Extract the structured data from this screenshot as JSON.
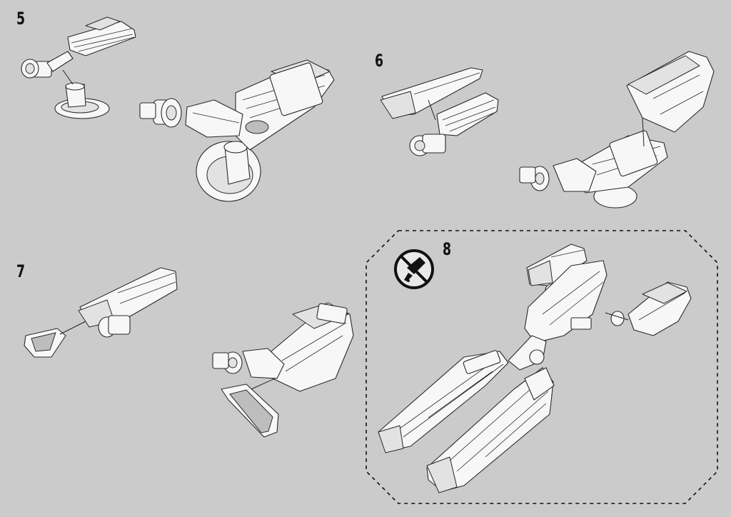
{
  "steps": {
    "step5": "5",
    "step6": "6",
    "step7": "7",
    "step8": "8"
  },
  "icons": {
    "no_glue": "no-glue-icon"
  },
  "colors": {
    "background": "#cbcbcb",
    "part_fill": "#f7f7f7",
    "line": "#2a2a2a"
  }
}
